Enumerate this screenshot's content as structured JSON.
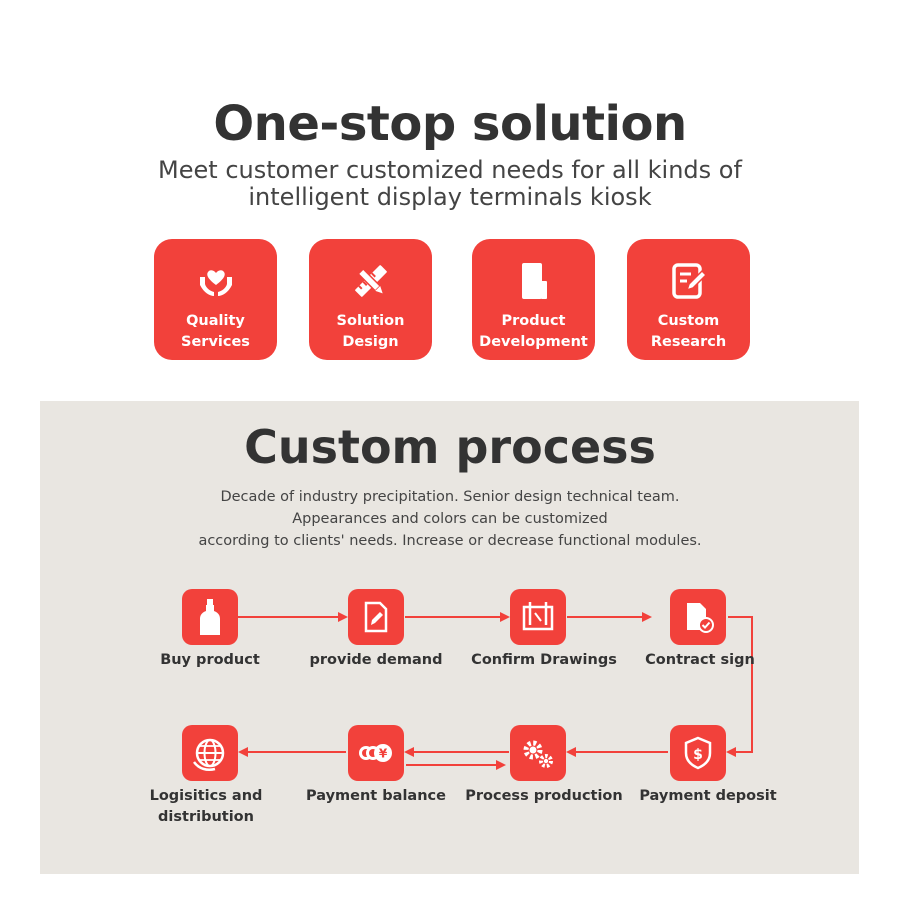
{
  "header": {
    "title": "One-stop solution",
    "subtitle_line1": "Meet customer customized needs for all kinds of",
    "subtitle_line2": "intelligent display terminals kiosk"
  },
  "tiles": [
    {
      "label": "Quality\nServices",
      "icon": "heart-hands-icon"
    },
    {
      "label": "Solution\nDesign",
      "icon": "pencil-ruler-icon"
    },
    {
      "label": "Product\nDevelopment",
      "icon": "device-icon"
    },
    {
      "label": "Custom\nResearch",
      "icon": "edit-document-icon"
    }
  ],
  "process": {
    "title": "Custom process",
    "desc_line1": "Decade of industry precipitation. Senior design technical team.",
    "desc_line2": "Appearances and colors can be customized",
    "desc_line3": "according to clients' needs. Increase or decrease functional modules.",
    "steps": [
      {
        "label": "Buy product",
        "icon": "bottle-icon"
      },
      {
        "label": "provide demand",
        "icon": "document-pen-icon"
      },
      {
        "label": "Confirm Drawings",
        "icon": "blueprint-icon"
      },
      {
        "label": "Contract sign",
        "icon": "contract-check-icon"
      },
      {
        "label": "Payment deposit",
        "icon": "shield-dollar-icon"
      },
      {
        "label": "Process production",
        "icon": "gears-icon"
      },
      {
        "label": "Payment balance",
        "icon": "coins-yen-icon"
      },
      {
        "label": "Logisitics and\ndistribution",
        "icon": "globe-icon"
      }
    ]
  },
  "colors": {
    "accent": "#f2413b",
    "panel": "#e9e6e1",
    "text": "#333333"
  }
}
